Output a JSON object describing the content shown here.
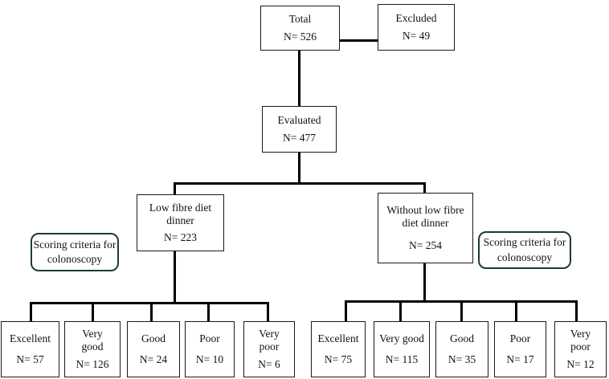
{
  "palette": {
    "background": "#ffffff",
    "connector_line": "#000000",
    "box_border": "#1a1a1a",
    "rounded_box_border": "#1e3a3a",
    "text": "#111111"
  },
  "nodes": {
    "total": {
      "label": "Total",
      "n": "N= 526"
    },
    "excluded": {
      "label": "Excluded",
      "n": "N= 49"
    },
    "evaluated": {
      "label": "Evaluated",
      "n": "N= 477"
    },
    "branch_left": {
      "label": "Low fibre diet dinner",
      "n": "N= 223"
    },
    "branch_right": {
      "label": "Without low fibre diet dinner",
      "n": "N= 254"
    },
    "scoring_left": {
      "label": "Scoring criteria for colonoscopy"
    },
    "scoring_right": {
      "label": "Scoring criteria for colonoscopy"
    },
    "outcomes_left": [
      {
        "label": "Excellent",
        "n": "N= 57"
      },
      {
        "label": "Very good",
        "n": "N= 126"
      },
      {
        "label": "Good",
        "n": "N= 24"
      },
      {
        "label": "Poor",
        "n": "N= 10"
      },
      {
        "label": "Very poor",
        "n": "N= 6"
      }
    ],
    "outcomes_right": [
      {
        "label": "Excellent",
        "n": "N= 75"
      },
      {
        "label": "Very good",
        "n": "N= 115"
      },
      {
        "label": "Good",
        "n": "N= 35"
      },
      {
        "label": "Poor",
        "n": "N= 17"
      },
      {
        "label": "Very poor",
        "n": "N= 12"
      }
    ]
  }
}
